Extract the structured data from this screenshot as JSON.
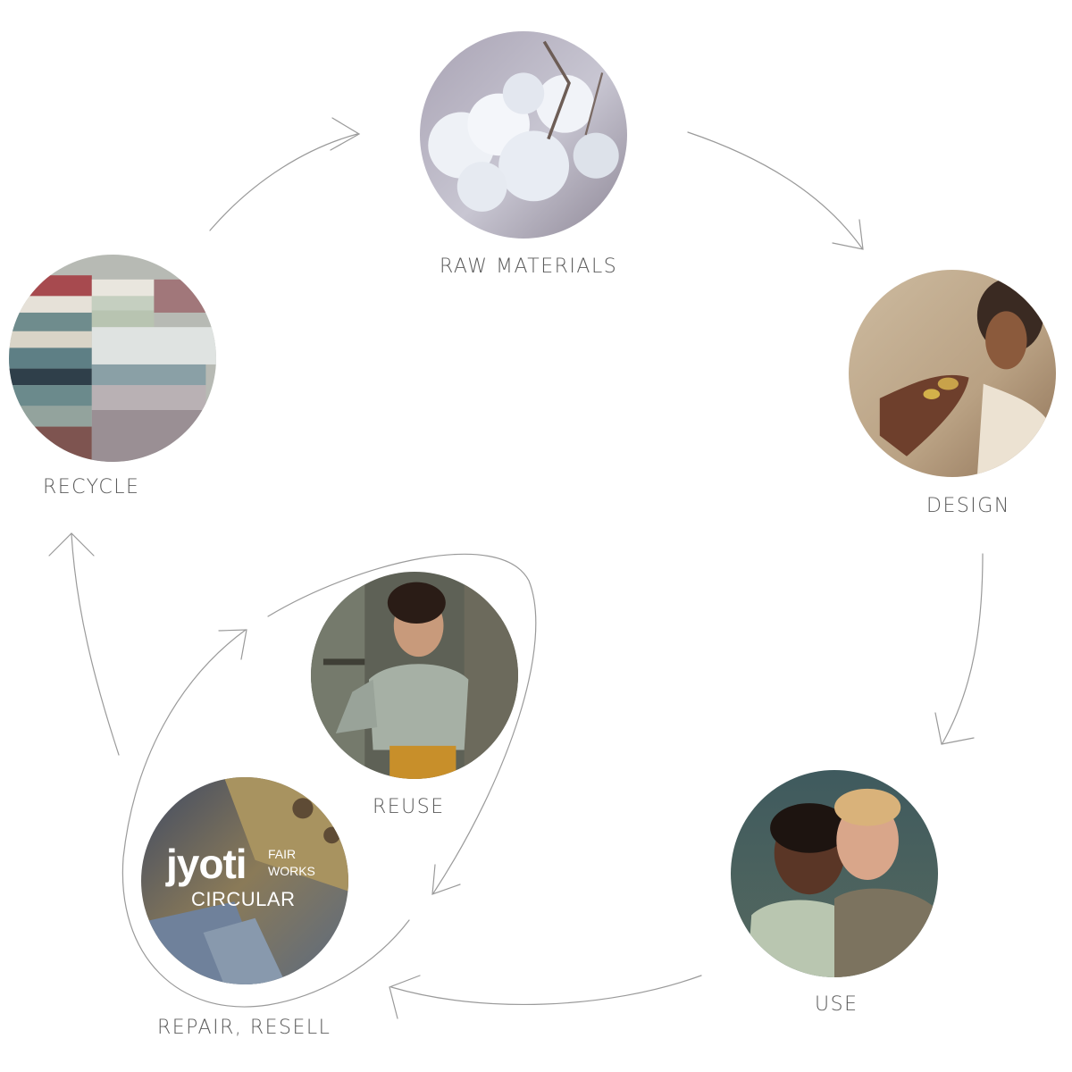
{
  "stages": {
    "raw_materials": {
      "label": "RAW MATERIALS"
    },
    "design": {
      "label": "DESIGN"
    },
    "use": {
      "label": "USE"
    },
    "repair_resell": {
      "label": "REPAIR, RESELL"
    },
    "reuse": {
      "label": "REUSE"
    },
    "recycle": {
      "label": "RECYCLE"
    }
  },
  "brand": {
    "name": "jyoti",
    "line1": "FAIR",
    "line2": "WORKS",
    "tag": "CIRCULAR"
  },
  "colors": {
    "arrow": "#9a9a9a",
    "label": "#5a5a5a"
  }
}
